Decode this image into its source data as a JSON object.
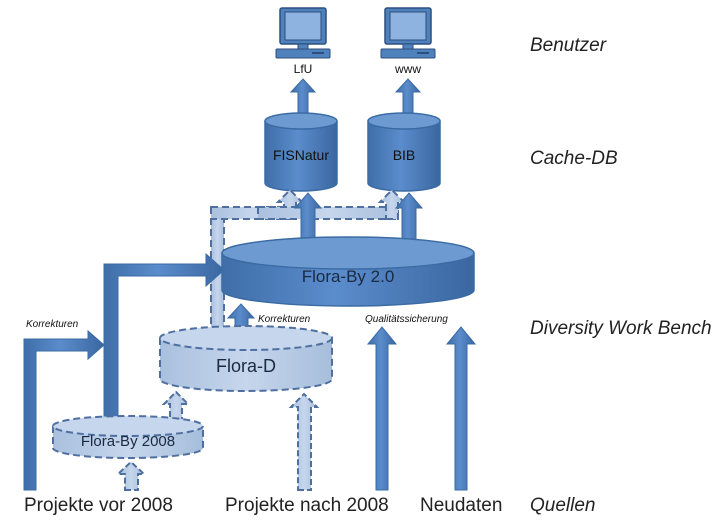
{
  "diagram": {
    "users": {
      "pc_left_label": "LfU",
      "pc_right_label": "www"
    },
    "cache": {
      "left_db": "FISNatur",
      "right_db": "BIB"
    },
    "main_db": "Flora-By 2.0",
    "mid_db": "Flora-D",
    "old_db": "Flora-By 2008",
    "annotations": {
      "korrekturen_left": "Korrekturen",
      "korrekturen_mid": "Korrekturen",
      "qualitaet": "Qualitätssicherung"
    },
    "layers": {
      "benutzer": "Benutzer",
      "cache_db": "Cache-DB",
      "dwb": "Diversity Work Bench",
      "quellen": "Quellen"
    },
    "sources": {
      "vor_2008": "Projekte vor 2008",
      "nach_2008": "Projekte nach 2008",
      "neudaten": "Neudaten"
    },
    "colors": {
      "solid_fill": "#4f81bd",
      "solid_stroke": "#3a6ba3",
      "light_fill": "#b8cce4",
      "dashed_stroke": "#4f6fa0"
    }
  }
}
